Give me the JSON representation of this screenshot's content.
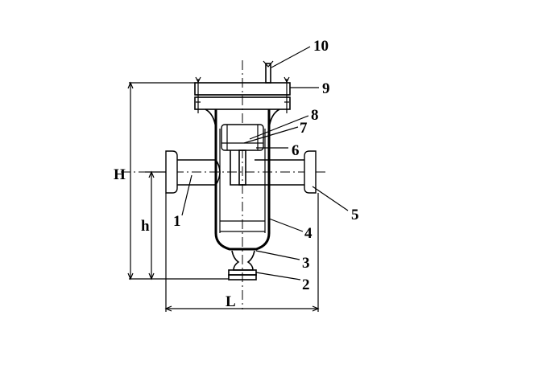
{
  "diagram": {
    "part_labels": [
      "1",
      "2",
      "3",
      "4",
      "5",
      "6",
      "7",
      "8",
      "9",
      "10"
    ],
    "dimensions": {
      "overall_height": "H",
      "inlet_height": "h",
      "length": "L"
    },
    "colors": {
      "line": "#000000",
      "background": "#ffffff"
    }
  }
}
